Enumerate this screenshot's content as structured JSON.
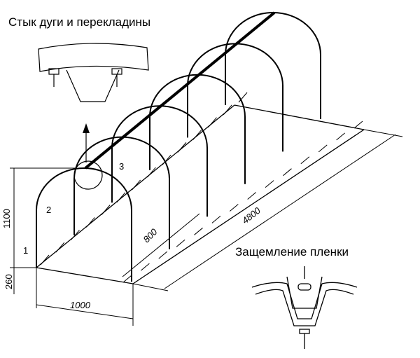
{
  "captions": {
    "joint": "Стык дуги и перекладины",
    "clamp": "Защемление пленки"
  },
  "labels": {
    "n1": "1",
    "n2": "2",
    "n3": "3"
  },
  "dimensions": {
    "height": "1100",
    "base": "260",
    "width": "1000",
    "spacing": "800",
    "length": "4800"
  },
  "arch_count": 6
}
